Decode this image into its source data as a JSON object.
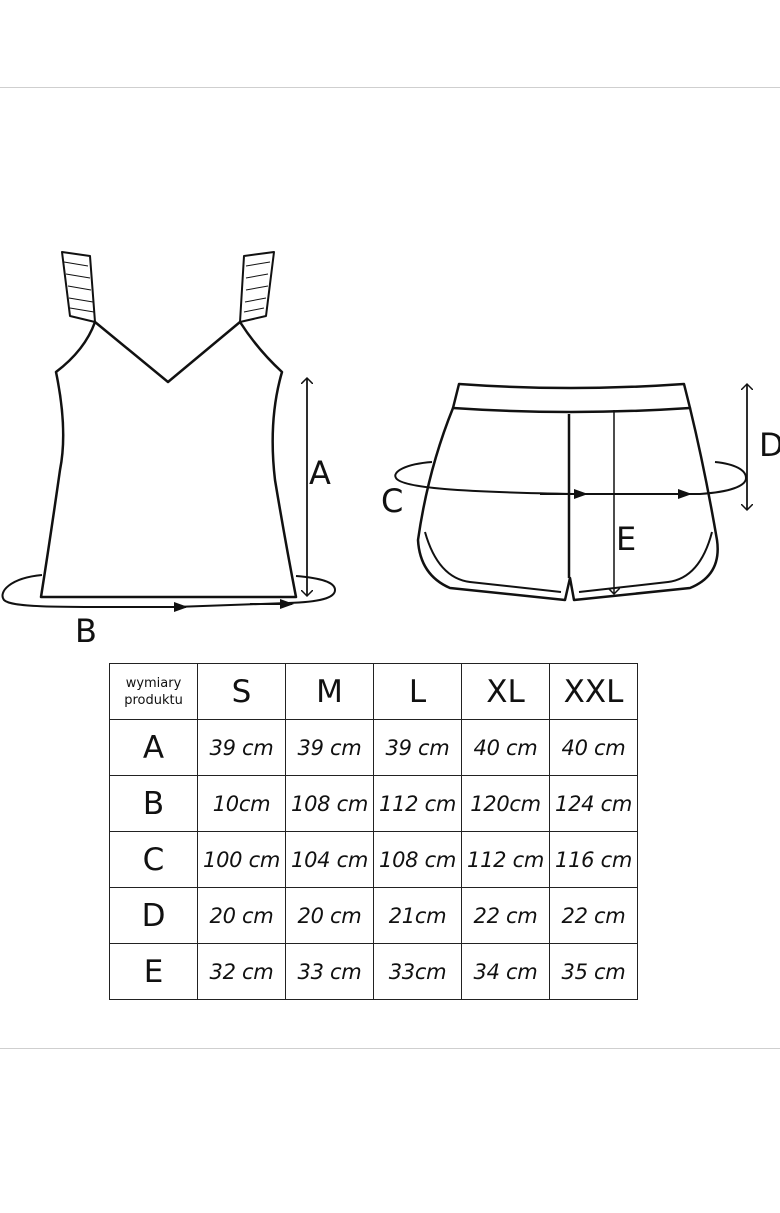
{
  "labels": {
    "A": "A",
    "B": "B",
    "C": "C",
    "D": "D",
    "E": "E"
  },
  "table": {
    "corner_line1": "wymiary",
    "corner_line2": "produktu",
    "sizes": [
      "S",
      "M",
      "L",
      "XL",
      "XXL"
    ],
    "rows": [
      {
        "label": "A",
        "values": [
          "39 cm",
          "39 cm",
          "39 cm",
          "40 cm",
          "40 cm"
        ]
      },
      {
        "label": "B",
        "values": [
          "10cm",
          "108 cm",
          "112 cm",
          "120cm",
          "124 cm"
        ]
      },
      {
        "label": "C",
        "values": [
          "100 cm",
          "104 cm",
          "108 cm",
          "112 cm",
          "116 cm"
        ]
      },
      {
        "label": "D",
        "values": [
          "20 cm",
          "20 cm",
          "21cm",
          "22 cm",
          "22 cm"
        ]
      },
      {
        "label": "E",
        "values": [
          "32 cm",
          "33 cm",
          "33cm",
          "34 cm",
          "35 cm"
        ]
      }
    ]
  }
}
